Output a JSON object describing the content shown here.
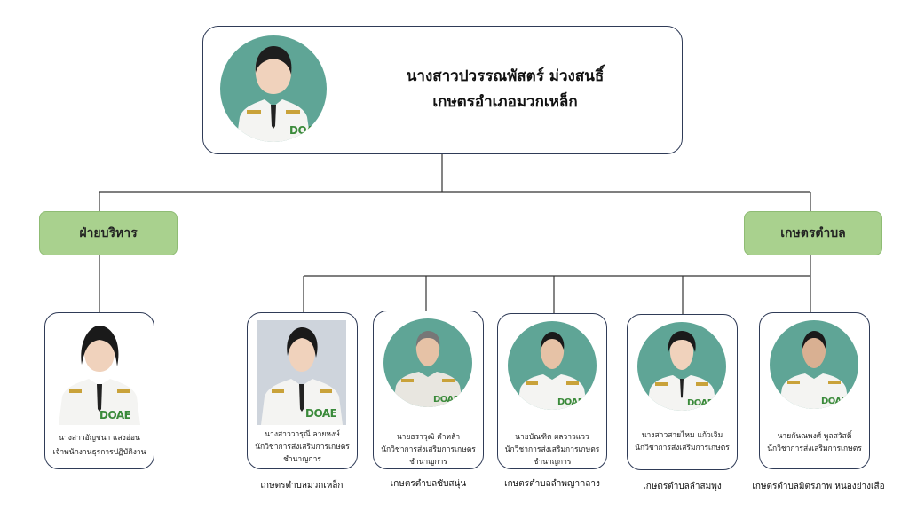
{
  "head": {
    "name": "นางสาวปวรรณพัสตร์ ม่วงสนธิ์",
    "position": "เกษตรอำเภอมวกเหล็ก"
  },
  "departments": {
    "admin": "ฝ่ายบริหาร",
    "field": "เกษตรตำบล"
  },
  "logo_text": "DOAE",
  "admin_staff": {
    "name": "นางสาวอัญชนา แสงอ่อน",
    "position": "เจ้าพนักงานธุรการปฏิบัติงาน"
  },
  "field_staff": [
    {
      "name": "นางสาววารุณี ลายหงษ์",
      "position": "นักวิชาการส่งเสริมการเกษตร",
      "level": "ชำนาญการ",
      "area": "เกษตรตำบลมวกเหล็ก"
    },
    {
      "name": "นายธราวุฒิ คำหล้า",
      "position": "นักวิชาการส่งเสริมการเกษตร",
      "level": "ชำนาญการ",
      "area": "เกษตรตำบลซับสนุ่น"
    },
    {
      "name": "นายบัณฑิต ผลวาวแวว",
      "position": "นักวิชาการส่งเสริมการเกษตร",
      "level": "ชำนาญการ",
      "area": "เกษตรตำบลลำพญากลาง"
    },
    {
      "name": "นางสาวสายไหม แก้วเจิม",
      "position": "นักวิชาการส่งเสริมการเกษตร",
      "level": "",
      "area": "เกษตรตำบลลำสมพุง"
    },
    {
      "name": "นายกันณพงศ์ พูลสวัสดิ์",
      "position": "นักวิชาการส่งเสริมการเกษตร",
      "level": "",
      "area": "เกษตรตำบลมิตรภาพ หนองย่างเสือ"
    }
  ],
  "colors": {
    "dept_fill": "#a9d18e",
    "photo_bg": "#5fa596",
    "border": "#2f3b57",
    "logo": "#3a8a3a"
  }
}
